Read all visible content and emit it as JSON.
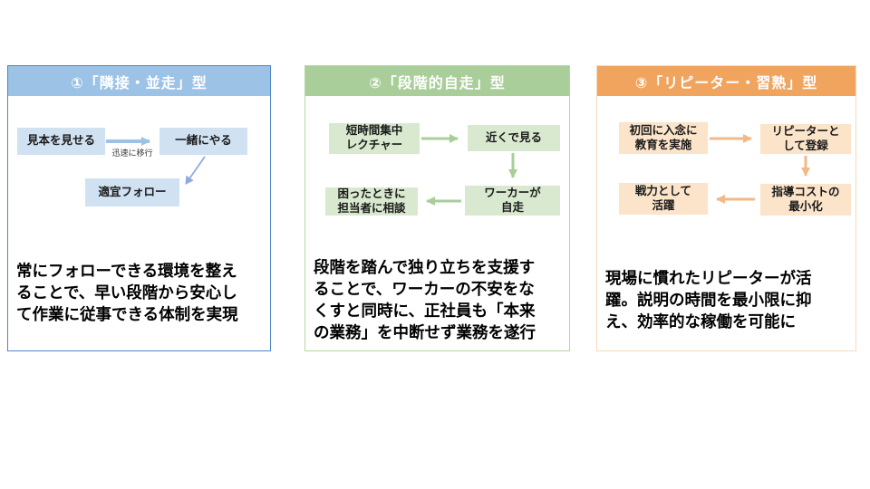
{
  "panels": [
    {
      "title": "①「隣接・並走」型",
      "colors": {
        "header": "#9cc2e5",
        "box_fill": "#d0e1f2",
        "border": "#4f86c6",
        "arrow": "#9cc2e5",
        "arrow_diagonal": "#8faadc"
      },
      "boxes": [
        {
          "label": "見本を見せる"
        },
        {
          "label": "一緒にやる"
        },
        {
          "label": "適宜フォロー"
        }
      ],
      "arrow_label": "迅速に移行",
      "description": "常にフォローできる環境を整え\nることで、早い段階から安心し\nて作業に従事できる体制を実現"
    },
    {
      "title": "②「段階的自走」型",
      "colors": {
        "header": "#a9ce9a",
        "box_fill": "#d9e9cf",
        "border": "#b3d6a3",
        "arrow": "#a9ce9a"
      },
      "boxes": [
        {
          "label": "短時間集中\nレクチャー"
        },
        {
          "label": "近くで見る"
        },
        {
          "label": "ワーカーが\n自走"
        },
        {
          "label": "困ったときに\n担当者に相談"
        }
      ],
      "description": "段階を踏んで独り立ちを支援す\nることで、ワーカーの不安をな\nくすと同時に、正社員も「本来\nの業務」を中断せず業務を遂行"
    },
    {
      "title": "③「リピーター・習熟」型",
      "colors": {
        "header": "#f0a45e",
        "box_fill": "#fbe4ca",
        "border": "#f6d9ba",
        "arrow": "#f2b988"
      },
      "boxes": [
        {
          "label": "初回に入念に\n教育を実施"
        },
        {
          "label": "リピーターと\nして登録"
        },
        {
          "label": "戦力として\n活躍"
        },
        {
          "label": "指導コストの\n最小化"
        }
      ],
      "description": "現場に慣れたリピーターが活\n躍。説明の時間を最小限に抑\nえ、効率的な稼働を可能に"
    }
  ]
}
